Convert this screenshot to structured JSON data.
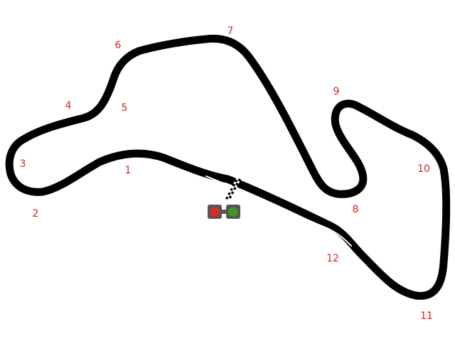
{
  "map": {
    "track_color": "#000000",
    "pit_lane_color": "#ffffff",
    "label_color": "#e21b1b",
    "turns": [
      "1",
      "2",
      "3",
      "4",
      "5",
      "6",
      "7",
      "8",
      "9",
      "10",
      "11",
      "12"
    ],
    "start_light": {
      "stop_color": "#e8261e",
      "go_color": "#3c9a1c",
      "housing_color": "#555555"
    },
    "start_finish_line": "checkered-flag-line"
  }
}
